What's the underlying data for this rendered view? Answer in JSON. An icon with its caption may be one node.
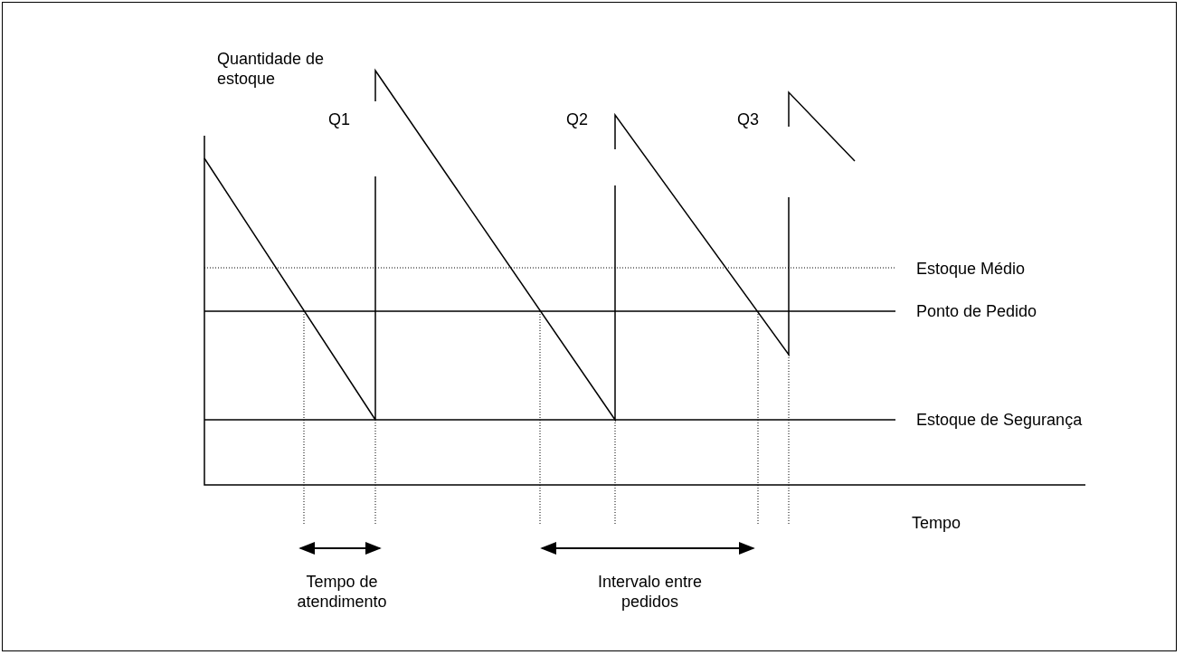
{
  "diagram": {
    "labels": [
      "Quantidade de estoque",
      "Q1",
      "Q2",
      "Q3",
      "Estoque Médio",
      "Ponto de Pedido",
      "Estoque de Segurança",
      "Tempo",
      "Tempo de atendimento",
      "Intervalo entre pedidos"
    ]
  }
}
